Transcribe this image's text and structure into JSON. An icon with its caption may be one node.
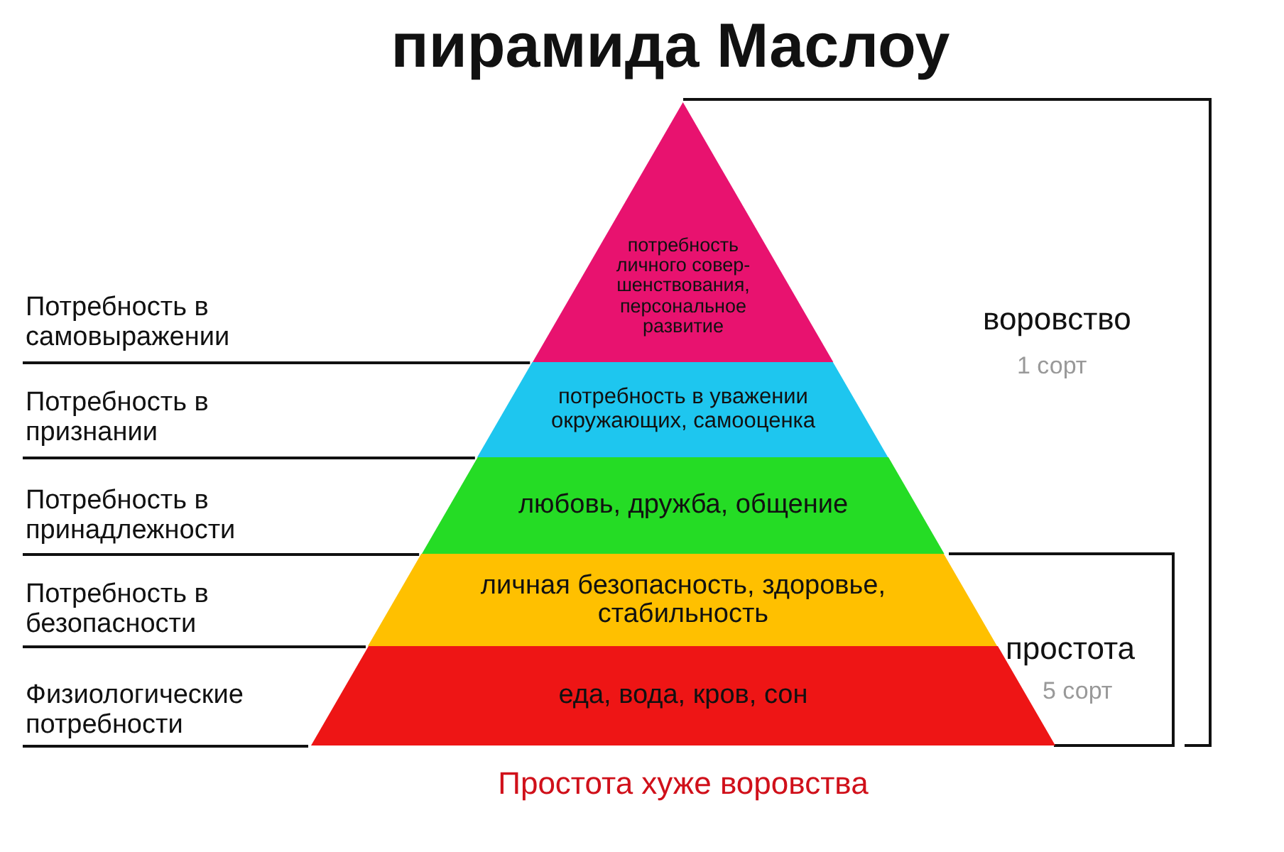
{
  "diagram": {
    "title": "пирамида Маслоу",
    "caption": "Простота хуже воровства",
    "nodes": [
      {
        "text": [
          "потребность личного совер-шенствования, персональное развитие"
        ]
      },
      {
        "text": [
          "потребность в уважении окружающих, самооценка"
        ]
      },
      {
        "text": [
          "любовь, дружба, общение"
        ]
      },
      {
        "text": [
          "личная безопасность, здоровье, стабильность"
        ]
      },
      {
        "text": [
          "еда, вода, кров, сон"
        ]
      },
      {
        "text": [
          "Потребность в самовыражении"
        ]
      },
      {
        "text": [
          "Потребность в признании"
        ]
      },
      {
        "text": [
          "Потребность в принадлежности"
        ]
      },
      {
        "text": [
          "Потребность в безопасности"
        ]
      },
      {
        "text": [
          "Физиологические потребности"
        ]
      }
    ],
    "edges": [
      {
        "from": 5,
        "to": 0,
        "arrow": "none"
      },
      {
        "from": 6,
        "to": 1,
        "arrow": "none"
      },
      {
        "from": 7,
        "to": 2,
        "arrow": "none"
      },
      {
        "from": 8,
        "to": 3,
        "arrow": "none"
      },
      {
        "from": 9,
        "to": 4,
        "arrow": "none"
      }
    ],
    "labels": [
      "воровство",
      "1 сорт",
      "простота",
      "5 сорт"
    ]
  }
}
